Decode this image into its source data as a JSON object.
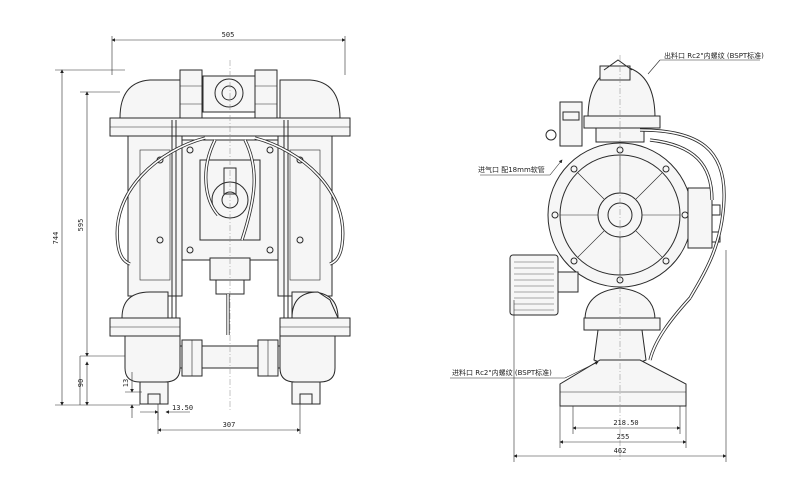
{
  "front_view": {
    "dims": {
      "overall_width": "505",
      "overall_height": "744",
      "inner_height": "595",
      "base_height": "90",
      "foot_height": "13",
      "foot_offset": "13.50",
      "port_spacing": "307"
    }
  },
  "side_view": {
    "dims": {
      "base_inner": "218.50",
      "base_mid": "255",
      "base_overall": "462"
    },
    "notes": {
      "outlet": "出料口 Rc2\"内螺纹 (BSPT标准)",
      "air_inlet": "进气口 配18mm软管",
      "inlet": "进料口 Rc2\"内螺纹 (BSPT标准)"
    }
  }
}
